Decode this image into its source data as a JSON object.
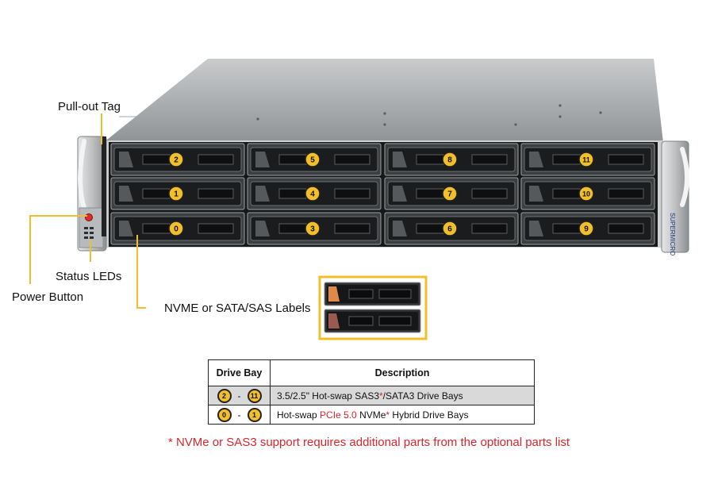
{
  "callouts": {
    "pull_out_tag": "Pull-out Tag",
    "status_leds": "Status LEDs",
    "power_button": "Power Button",
    "drive_labels": "NVME or SATA/SAS Labels"
  },
  "brand_text": "SUPERMICRO",
  "drive_bays": [
    {
      "label": "2",
      "col": 0,
      "row": 0
    },
    {
      "label": "1",
      "col": 0,
      "row": 1
    },
    {
      "label": "0",
      "col": 0,
      "row": 2
    },
    {
      "label": "5",
      "col": 1,
      "row": 0
    },
    {
      "label": "4",
      "col": 1,
      "row": 1
    },
    {
      "label": "3",
      "col": 1,
      "row": 2
    },
    {
      "label": "8",
      "col": 2,
      "row": 0
    },
    {
      "label": "7",
      "col": 2,
      "row": 1
    },
    {
      "label": "6",
      "col": 2,
      "row": 2
    },
    {
      "label": "11",
      "col": 3,
      "row": 0
    },
    {
      "label": "10",
      "col": 3,
      "row": 1
    },
    {
      "label": "9",
      "col": 3,
      "row": 2
    }
  ],
  "label_samples": [
    {
      "type": "nvme",
      "tab_color": "#e08a4a"
    },
    {
      "type": "sata-sas",
      "tab_color": "#9a5a52"
    }
  ],
  "table": {
    "headers": {
      "bay": "Drive Bay",
      "description": "Description"
    },
    "rows": [
      {
        "from": "2",
        "sep": "-",
        "to": "11",
        "desc_a": "3.5/2.5\" Hot-swap SAS3",
        "mark": "*",
        "desc_b": "/SATA3 Drive  Bays"
      },
      {
        "from": "0",
        "sep": "-",
        "to": "1",
        "desc_a": "Hot-swap ",
        "red_part": "PCIe 5.0",
        "desc_mid": " NVMe",
        "mark": "*",
        "desc_b": " Hybrid Drive  Bays"
      }
    ]
  },
  "footnote": "* NVMe or SAS3 support requires additional parts from the optional parts list",
  "colors": {
    "callout": "#f2bf2a",
    "badge_fill": "#f2bf2a",
    "footnote": "#d9262b"
  }
}
